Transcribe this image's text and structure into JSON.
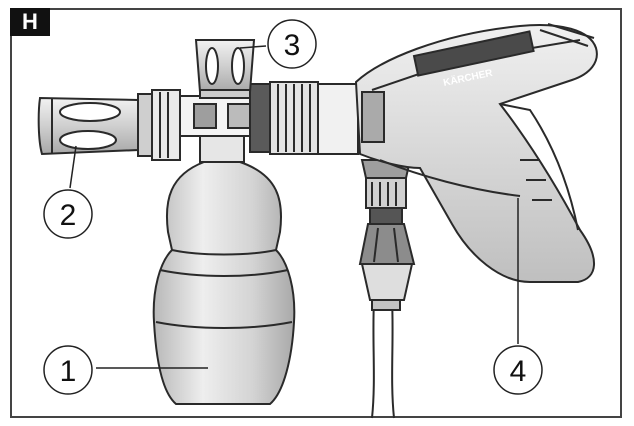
{
  "panel_label": "H",
  "callouts": [
    {
      "id": "1",
      "label": "1"
    },
    {
      "id": "2",
      "label": "2"
    },
    {
      "id": "3",
      "label": "3"
    },
    {
      "id": "4",
      "label": "4"
    }
  ],
  "brand_text": "KÄRCHER",
  "colors": {
    "line": "#2a2a2a",
    "body_fill": "#d9d9d9",
    "shade_fill": "#bdbdbd",
    "light_fill": "#ececec",
    "badge_bg": "#111111"
  }
}
